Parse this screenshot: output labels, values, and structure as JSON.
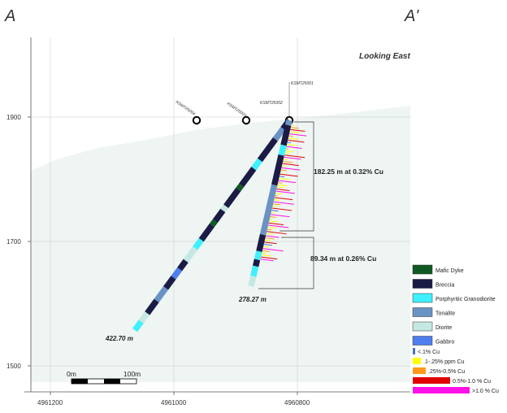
{
  "section": {
    "start_label": "A",
    "end_label": "A'",
    "view_label": "Looking East"
  },
  "axes": {
    "elevation_ticks": [
      "1900",
      "1700",
      "1500"
    ],
    "northing_ticks": [
      "4961200",
      "4961000",
      "4960800"
    ]
  },
  "drillholes": [
    {
      "name": "KSMT25004"
    },
    {
      "name": "KSMT25003"
    },
    {
      "name": "KSMT25002"
    },
    {
      "name": "KSMT25001"
    }
  ],
  "depth_labels": [
    "422.70 m",
    "278.27 m"
  ],
  "intercepts": [
    "182.25 m at 0.32% Cu",
    "89.34 m at 0.26% Cu"
  ],
  "scale_bar": {
    "start": "0m",
    "end": "100m"
  },
  "legend": {
    "lithology": [
      {
        "label": "Mafic Dyke",
        "color": "#0f5a22"
      },
      {
        "label": "Breccia",
        "color": "#1b1b46"
      },
      {
        "label": "Porphyritic Granodiorite",
        "color": "#3ff0ff"
      },
      {
        "label": "Tonalite",
        "color": "#6a93c4"
      },
      {
        "label": "Diorite",
        "color": "#c6e8e3"
      },
      {
        "label": "Gabbro",
        "color": "#4f7ef0"
      }
    ],
    "grades": [
      {
        "label": "<.1% Cu",
        "color": "#4a6fc8"
      },
      {
        "label": ".1-.25% ppm Cu",
        "color": "#ffff00"
      },
      {
        "label": ".25%-0.5% Cu",
        "color": "#ff9a18"
      },
      {
        "label": "0.5%-1.0 % Cu",
        "color": "#e00000"
      },
      {
        "label": ">1.0 % Cu",
        "color": "#ff10e6"
      }
    ]
  },
  "colors": {
    "topography_fill": "#eef5f3",
    "grid": "#c8c8c8"
  }
}
